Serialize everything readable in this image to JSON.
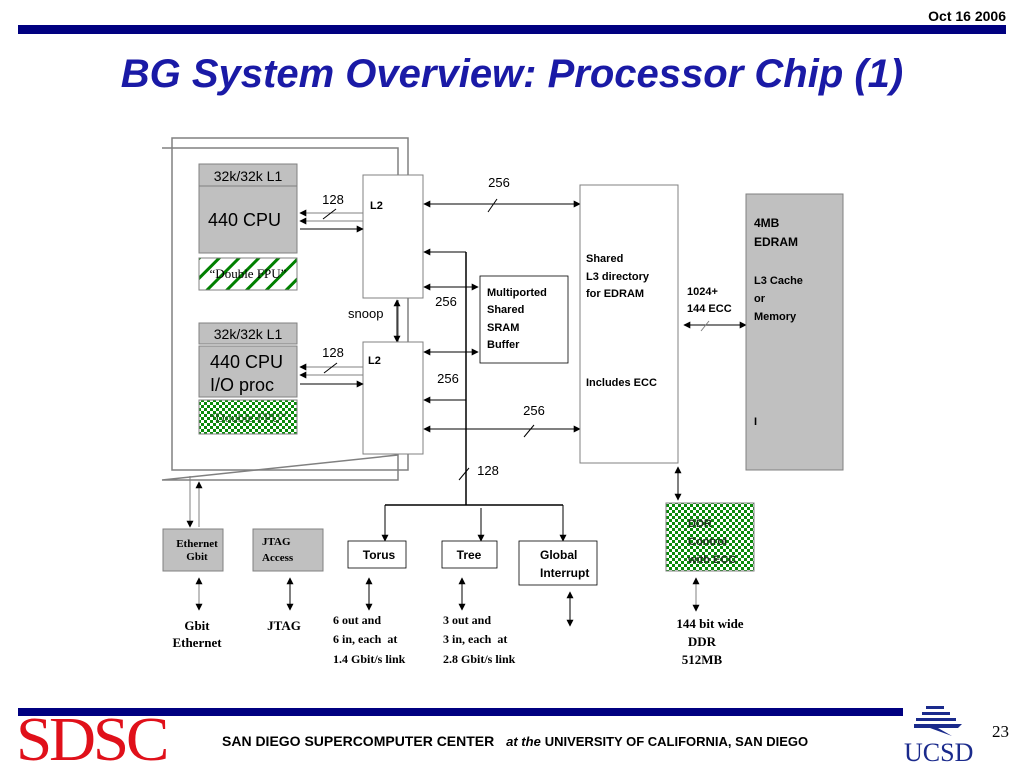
{
  "header": {
    "date": "Oct 16 2006",
    "title": "BG System Overview: Processor Chip (1)"
  },
  "diagram": {
    "cpu0": {
      "l1_label": "32k/32k L1",
      "cpu_label": "440 CPU",
      "fpu_label": "“Double FPU”",
      "bus_width": "128",
      "l2_label": "L2"
    },
    "cpu1": {
      "l1_label": "32k/32k L1",
      "cpu_line1": "440 CPU",
      "cpu_line2": "I/O proc",
      "fpu_label": "“Double FPU”",
      "bus_width": "128",
      "l2_label": "L2"
    },
    "snoop_label": "snoop",
    "bus_labels": {
      "top_l3": "256",
      "sram_upper": "256",
      "sram_lower": "256",
      "bottom_l3": "256",
      "network": "128"
    },
    "sram": {
      "lines": [
        "Multiported",
        "Shared",
        "SRAM",
        "Buffer"
      ]
    },
    "l3_dir": {
      "lines": [
        "Shared",
        "L3 directory",
        "for EDRAM"
      ],
      "ecc_label": "Includes ECC"
    },
    "edram_link": {
      "lines": [
        "1024+",
        "144 ECC"
      ]
    },
    "edram": {
      "title_lines": [
        "4MB",
        "EDRAM"
      ],
      "desc_lines": [
        "L3 Cache",
        "or",
        "Memory"
      ],
      "marker": "I"
    },
    "ddr_ctrl": {
      "lines": [
        "DDR",
        "Control",
        "with ECC"
      ]
    },
    "ddr_mem": {
      "lines": [
        "144 bit wide",
        "DDR",
        "512MB"
      ]
    },
    "ethernet": {
      "lines": [
        "Ethernet",
        "Gbit"
      ],
      "ext_lines": [
        "Gbit",
        "Ethernet"
      ]
    },
    "jtag": {
      "lines": [
        "JTAG",
        "Access"
      ],
      "ext_label": "JTAG"
    },
    "torus": {
      "label": "Torus",
      "ext_lines": [
        "6 out and",
        "6 in, each  at",
        "1.4 Gbit/s link"
      ]
    },
    "tree": {
      "label": "Tree",
      "ext_lines": [
        "3 out and",
        "3 in, each  at",
        "2.8 Gbit/s link"
      ]
    },
    "global_interrupt": {
      "lines": [
        "Global",
        "Interrupt"
      ]
    },
    "colors": {
      "gray_box": "#c0c0c0",
      "fpu_green": "#008000",
      "line": "#000000",
      "chip_outline": "#808080"
    }
  },
  "footer": {
    "logo_left": "SDSC",
    "center_name": "SAN DIEGO SUPERCOMPUTER CENTER",
    "center_at": "at the",
    "center_univ": "UNIVERSITY OF CALIFORNIA, SAN DIEGO",
    "logo_right": "UCSD",
    "page_number": "23"
  }
}
